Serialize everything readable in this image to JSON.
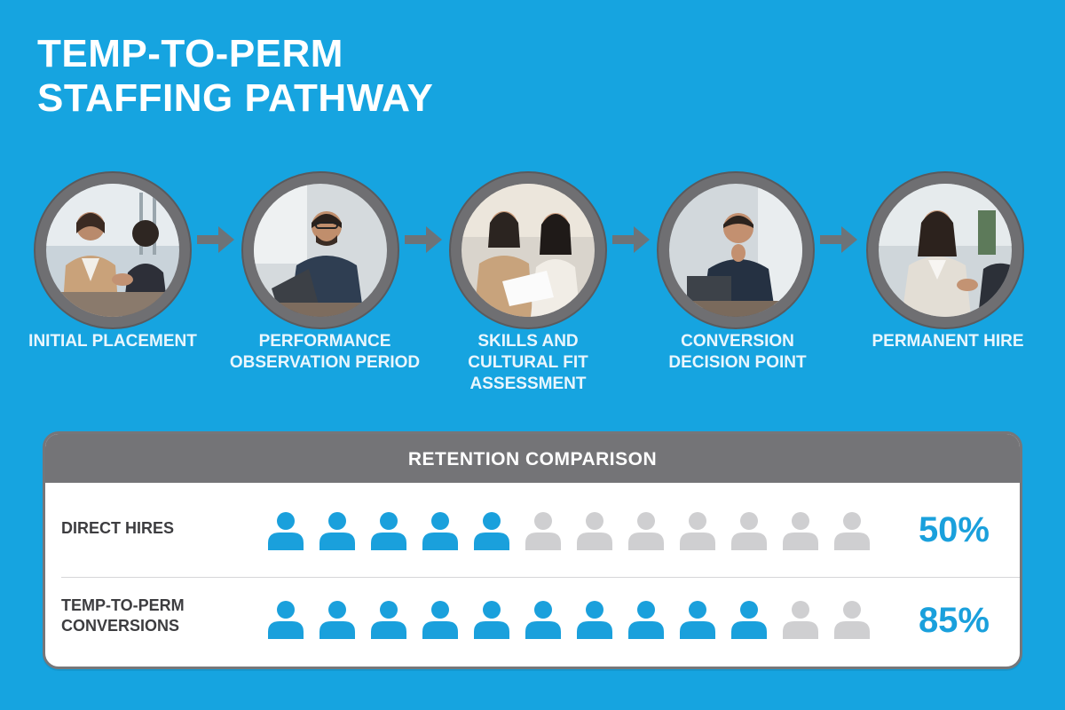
{
  "title": {
    "line1": "TEMP-TO-PERM",
    "line2": "STAFFING PATHWAY"
  },
  "colors": {
    "background": "#16a4e0",
    "accent": "#1aa0dc",
    "ring": "#6f6f72",
    "inactive": "#cfcfd1"
  },
  "steps": [
    {
      "label": "INITIAL PLACEMENT"
    },
    {
      "label": "PERFORMANCE OBSERVATION PERIOD"
    },
    {
      "label": "SKILLS AND CULTURAL FIT ASSESSMENT"
    },
    {
      "label": "CONVERSION DECISION POINT"
    },
    {
      "label": "PERMANENT HIRE"
    }
  ],
  "comparison": {
    "heading": "RETENTION COMPARISON",
    "rows": [
      {
        "label": "DIRECT HIRES",
        "percent_label": "50%",
        "filled": 5,
        "total": 12
      },
      {
        "label": "TEMP-TO-PERM CONVERSIONS",
        "percent_label": "85%",
        "filled": 10,
        "total": 12
      }
    ]
  }
}
